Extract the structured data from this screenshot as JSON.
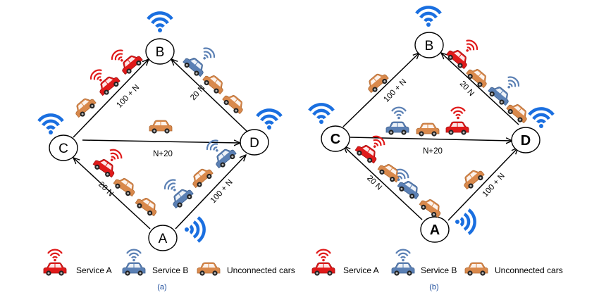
{
  "colors": {
    "service_a": "#e01a1a",
    "service_b": "#5b80b4",
    "unconnected": "#d9894c",
    "wifi_node": "#1a6fe0"
  },
  "panel_a": {
    "caption": "(a)",
    "nodes": {
      "A": "A",
      "B": "B",
      "C": "C",
      "D": "D"
    },
    "edges": {
      "CB": "100 + N",
      "BD": "20 N",
      "CD": "N+20",
      "AC": "20 N",
      "AD": "100 + N"
    }
  },
  "panel_b": {
    "caption": "(b)",
    "nodes": {
      "A": "A",
      "B": "B",
      "C": "C",
      "D": "D"
    },
    "edges": {
      "CB": "100 + N",
      "BD": "20 N",
      "CD": "N+20",
      "AC": "20 N",
      "AD": "100 + N"
    }
  },
  "legend": {
    "service_a": "Service A",
    "service_b": "Service B",
    "unconnected": "Unconnected cars"
  }
}
